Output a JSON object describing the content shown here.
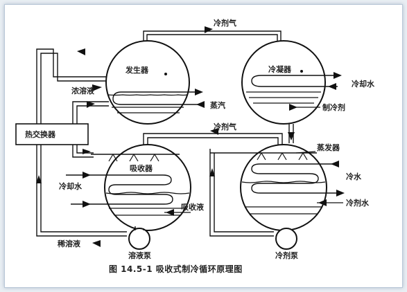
{
  "diagram": {
    "caption": "图 14.5-1   吸收式制冷循环原理图",
    "colors": {
      "line": "#111111",
      "background": "#ffffff",
      "frame": "#b9c7d8"
    },
    "components": {
      "generator": "发生器",
      "condenser": "冷凝器",
      "absorber": "吸收器",
      "evaporator": "蒸发器",
      "heat_exchanger": "热交换器",
      "solution_pump": "溶液泵",
      "refrigerant_pump": "冷剂泵"
    },
    "flows": {
      "refrigerant_vapor_top": "冷剂气",
      "refrigerant_vapor_middle": "冷剂气",
      "strong_solution": "浓溶液",
      "steam": "蒸汽",
      "cooling_water_condenser": "冷却水",
      "refrigerant_liquid": "制冷剂",
      "cooling_water_absorber": "冷却水",
      "absorbing_solution": "吸收液",
      "dilute_solution": "稀溶液",
      "chilled_water": "冷水",
      "refrigerant_water": "冷剂水"
    }
  }
}
